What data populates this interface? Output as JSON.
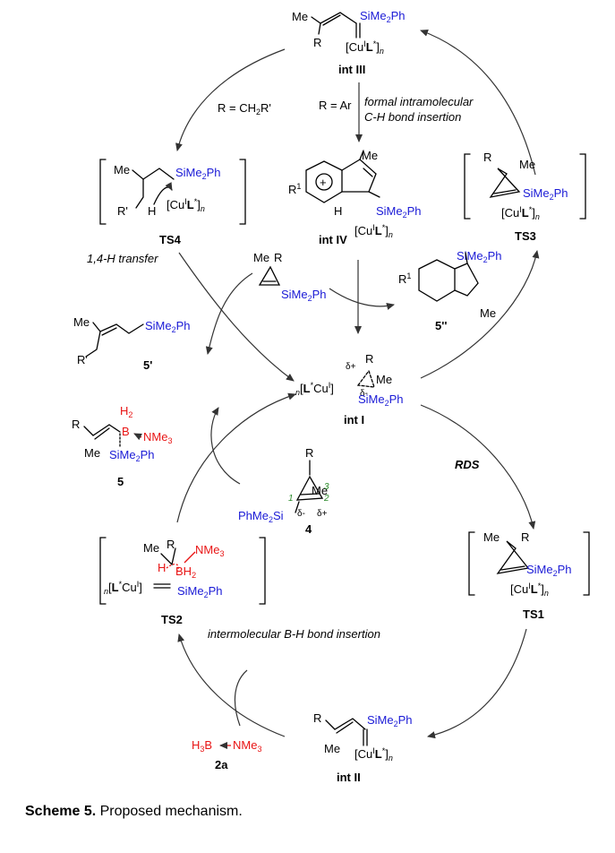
{
  "caption": {
    "label": "Scheme 5.",
    "text": " Proposed mechanism."
  },
  "species": {
    "int_iii": "int III",
    "int_iv": "int IV",
    "int_i": "int I",
    "int_ii": "int II",
    "ts1": "TS1",
    "ts2": "TS2",
    "ts3": "TS3",
    "ts4": "TS4",
    "p5": "5",
    "p5p": "5'",
    "p5pp": "5''",
    "s4": "4",
    "s2a": "2a"
  },
  "labels": {
    "r_ch2r": "R = CH",
    "r_ch2r_tail": "R'",
    "r_ar": "R = Ar",
    "formal1": "formal intramolecular",
    "formal2": "C-H bond insertion",
    "transfer": "1,4-H transfer",
    "rds": "RDS",
    "bh_insertion": "intermolecular B-H bond insertion"
  },
  "groups": {
    "simephs": "SiMe",
    "ph": "Ph",
    "me": "Me",
    "r": "R",
    "rp": "R'",
    "h": "H",
    "h2": "H",
    "nme3": "NMe",
    "bh2": "BH",
    "b": "B",
    "h3b": "H",
    "phme2si": "PhMe",
    "si": "Si",
    "cu": "Cu",
    "l": "L",
    "n": "n",
    "r1": "R",
    "one": "1",
    "two": "2",
    "three": "3",
    "dplus": "δ+",
    "dminus": "δ-"
  },
  "colors": {
    "silicon": "#1a1ad6",
    "boron": "#e81414",
    "locant": "#2a8a2a",
    "arrow": "#333333"
  }
}
